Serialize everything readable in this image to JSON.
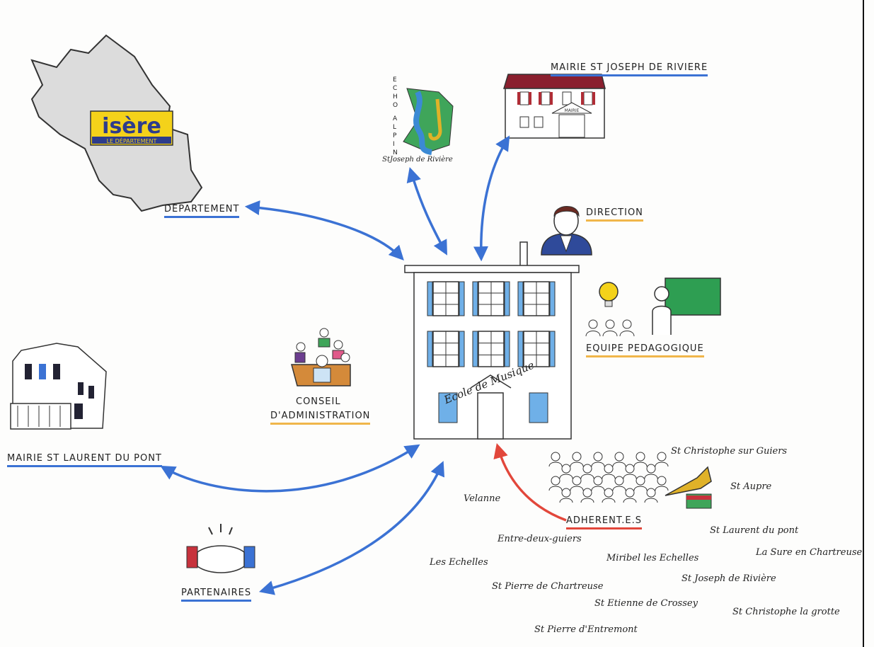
{
  "colors": {
    "blue": "#3b72d4",
    "orange": "#f0b64a",
    "red": "#e2473b",
    "window": "#6fb0e8",
    "ink": "#222222"
  },
  "nodes": {
    "departement": "DEPARTEMENT",
    "mairie_stjoseph": "MAIRIE ST JOSEPH DE RIVIERE",
    "direction": "DIRECTION",
    "equipe": "EQUIPE PEDAGOGIQUE",
    "conseil_line1": "CONSEIL",
    "conseil_line2": "D'ADMINISTRATION",
    "mairie_stlaurent": "MAIRIE ST LAURENT DU PONT",
    "partenaires": "PARTENAIRES",
    "adherents": "ADHERENT.E.S"
  },
  "logos": {
    "isere_main": "isère",
    "isere_sub": "LE DÉPARTEMENT",
    "echo_vertical": "ECHO ALPIN",
    "echo_place": "StJoseph de Rivière",
    "mairie_sign": "MAIRIE",
    "ecole_sign": "Ecole de Musique"
  },
  "towns": [
    "St Christophe sur Guiers",
    "St Aupre",
    "Velanne",
    "St Laurent du pont",
    "Entre-deux-guiers",
    "La Sure en Chartreuse",
    "Les Echelles",
    "Miribel les Echelles",
    "St Joseph de Rivière",
    "St Pierre de Chartreuse",
    "St Etienne de Crossey",
    "St Christophe la grotte",
    "St Pierre d'Entremont"
  ]
}
